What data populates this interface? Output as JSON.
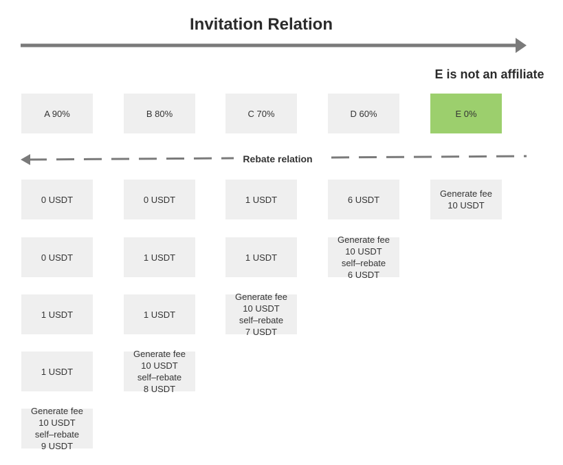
{
  "title": "Invitation Relation",
  "note": "E is not an affiliate",
  "rebate_label": "Rebate relation",
  "colors": {
    "arrow": "#7a7a7a",
    "box": "#efefef",
    "highlight": "#9ccf6d"
  },
  "members": [
    {
      "label": "A 90%"
    },
    {
      "label": "B 80%"
    },
    {
      "label": "C 70%"
    },
    {
      "label": "D 60%"
    },
    {
      "label": "E 0%",
      "highlight": true
    }
  ],
  "rows": [
    [
      "0 USDT",
      "0 USDT",
      "1 USDT",
      "6 USDT",
      "Generate fee\n10 USDT"
    ],
    [
      "0 USDT",
      "1 USDT",
      "1 USDT",
      "Generate fee\n10 USDT\nself–rebate\n6 USDT"
    ],
    [
      "1 USDT",
      "1 USDT",
      "Generate fee\n10 USDT\nself–rebate\n7 USDT"
    ],
    [
      "1 USDT",
      "Generate fee\n10 USDT\nself–rebate\n8 USDT"
    ],
    [
      "Generate fee\n10 USDT\nself–rebate\n9 USDT"
    ]
  ]
}
